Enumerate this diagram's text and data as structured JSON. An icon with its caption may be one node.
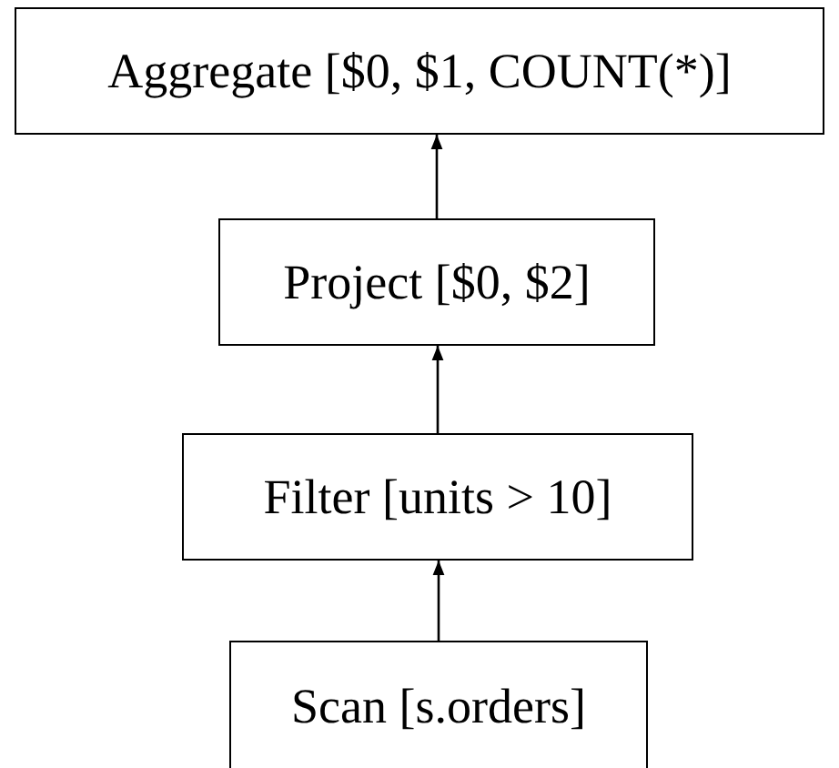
{
  "diagram": {
    "nodes": [
      {
        "text": [
          "Aggregate [$0, $1, COUNT(*)]"
        ]
      },
      {
        "text": [
          "Project [$0, $2]"
        ]
      },
      {
        "text": [
          "Filter [units > 10]"
        ]
      },
      {
        "text": [
          "Scan [s.orders]"
        ]
      }
    ],
    "edges": [
      {
        "from": 3,
        "to": 2,
        "arrow": "to"
      },
      {
        "from": 2,
        "to": 1,
        "arrow": "to"
      },
      {
        "from": 1,
        "to": 0,
        "arrow": "to"
      }
    ]
  }
}
